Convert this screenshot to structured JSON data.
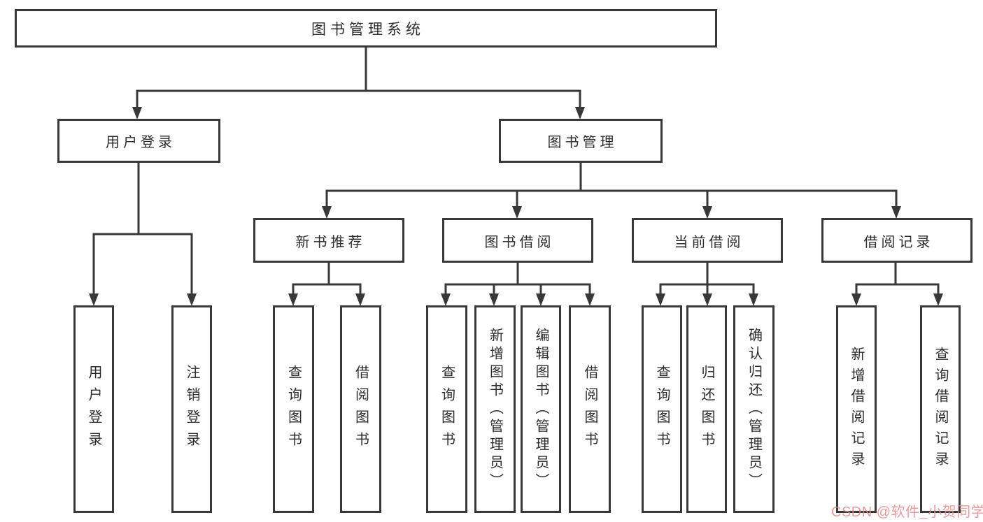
{
  "diagram": {
    "colors": {
      "line": "#383838",
      "box_border": "#383838",
      "text": "#2d2d2d",
      "watermark": "#de8c8c",
      "background": "#ffffff"
    },
    "nodes": {
      "root": {
        "label": "图书管理系统"
      },
      "level1": {
        "user_login": {
          "label": "用户登录"
        },
        "book_mgmt": {
          "label": "图书管理"
        }
      },
      "level2": {
        "new_books": {
          "label": "新书推荐"
        },
        "book_borrow": {
          "label": "图书借阅"
        },
        "current_borrow": {
          "label": "当前借阅"
        },
        "borrow_records": {
          "label": "借阅记录"
        }
      },
      "leaves": {
        "user_login": {
          "label": "用户登录"
        },
        "logout": {
          "label": "注销登录"
        },
        "nb_query": {
          "label": "查询图书"
        },
        "nb_borrow": {
          "label": "借阅图书"
        },
        "bb_query": {
          "label": "查询图书"
        },
        "bb_add": {
          "label": "新增图书（管理员）"
        },
        "bb_edit": {
          "label": "编辑图书（管理员）"
        },
        "bb_borrow": {
          "label": "借阅图书"
        },
        "cb_query": {
          "label": "查询图书"
        },
        "cb_return": {
          "label": "归还图书"
        },
        "cb_confirm": {
          "label": "确认归还（管理员）"
        },
        "rec_add": {
          "label": "新增借阅记录"
        },
        "rec_query": {
          "label": "查询借阅记录"
        }
      }
    },
    "watermark": "CSDN @软件_小贺同学"
  }
}
